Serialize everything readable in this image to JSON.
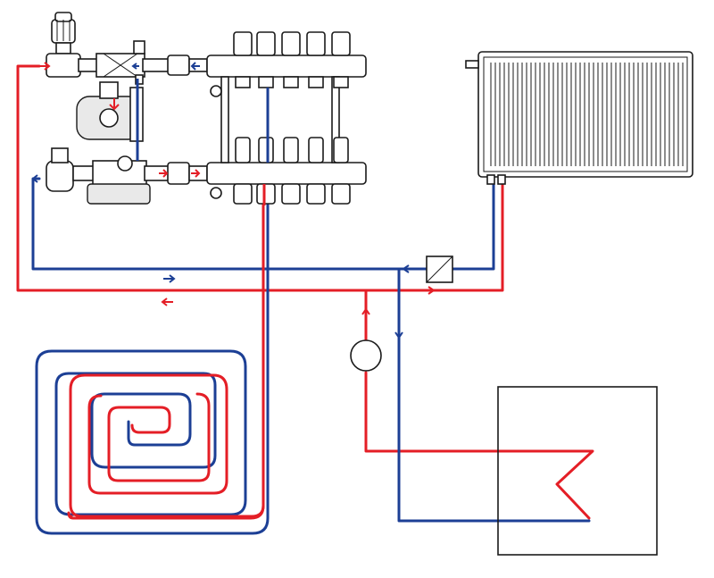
{
  "diagram": {
    "colors": {
      "supply": "#e41e26",
      "return": "#1c3f95",
      "outline": "#1a1a1a",
      "background": "#ffffff"
    },
    "components": [
      {
        "name": "manifold-pump-group",
        "icon": "mixing-pump-station-icon"
      },
      {
        "name": "distribution-manifold",
        "icon": "manifold-icon",
        "outlets": 5
      },
      {
        "name": "panel-radiator",
        "icon": "radiator-icon"
      },
      {
        "name": "heat-exchanger",
        "icon": "heat-exchanger-icon"
      },
      {
        "name": "circulation-pump",
        "icon": "pump-icon"
      },
      {
        "name": "heat-source-tank",
        "icon": "tank-with-coil-icon"
      },
      {
        "name": "underfloor-heating-loop",
        "icon": "floor-heating-spiral-icon"
      }
    ],
    "flow_arrows": [
      {
        "name": "return-arrow",
        "direction": "right",
        "color": "return"
      },
      {
        "name": "supply-arrow",
        "direction": "left",
        "color": "supply"
      }
    ]
  }
}
